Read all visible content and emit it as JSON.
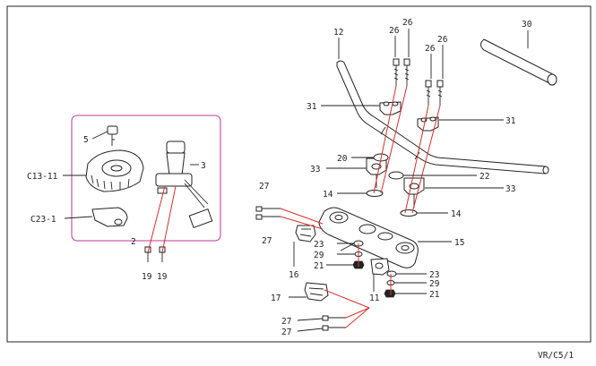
{
  "diagram": {
    "ref_code": "VR/C5/1",
    "colors": {
      "outline": "#222222",
      "connector_lines": "#d9302a",
      "group_box": "#c2369a",
      "background": "#ffffff"
    },
    "callouts": {
      "c2": "2",
      "c3": "3",
      "c5": "5",
      "c11": "11",
      "c12": "12",
      "c14a": "14",
      "c14b": "14",
      "c15": "15",
      "c16": "16",
      "c17": "17",
      "c19a": "19",
      "c19b": "19",
      "c20": "20",
      "c21a": "21",
      "c21b": "21",
      "c22": "22",
      "c23a": "23",
      "c23b": "23",
      "c26a": "26",
      "c26b": "26",
      "c26c": "26",
      "c26d": "26",
      "c27a": "27",
      "c27b": "27",
      "c27c": "27",
      "c27d": "27",
      "c29a": "29",
      "c29b": "29",
      "c30": "30",
      "c31a": "31",
      "c31b": "31",
      "c33a": "33",
      "c33b": "33",
      "cc13": "C13-11",
      "cc23": "C23-1"
    }
  }
}
